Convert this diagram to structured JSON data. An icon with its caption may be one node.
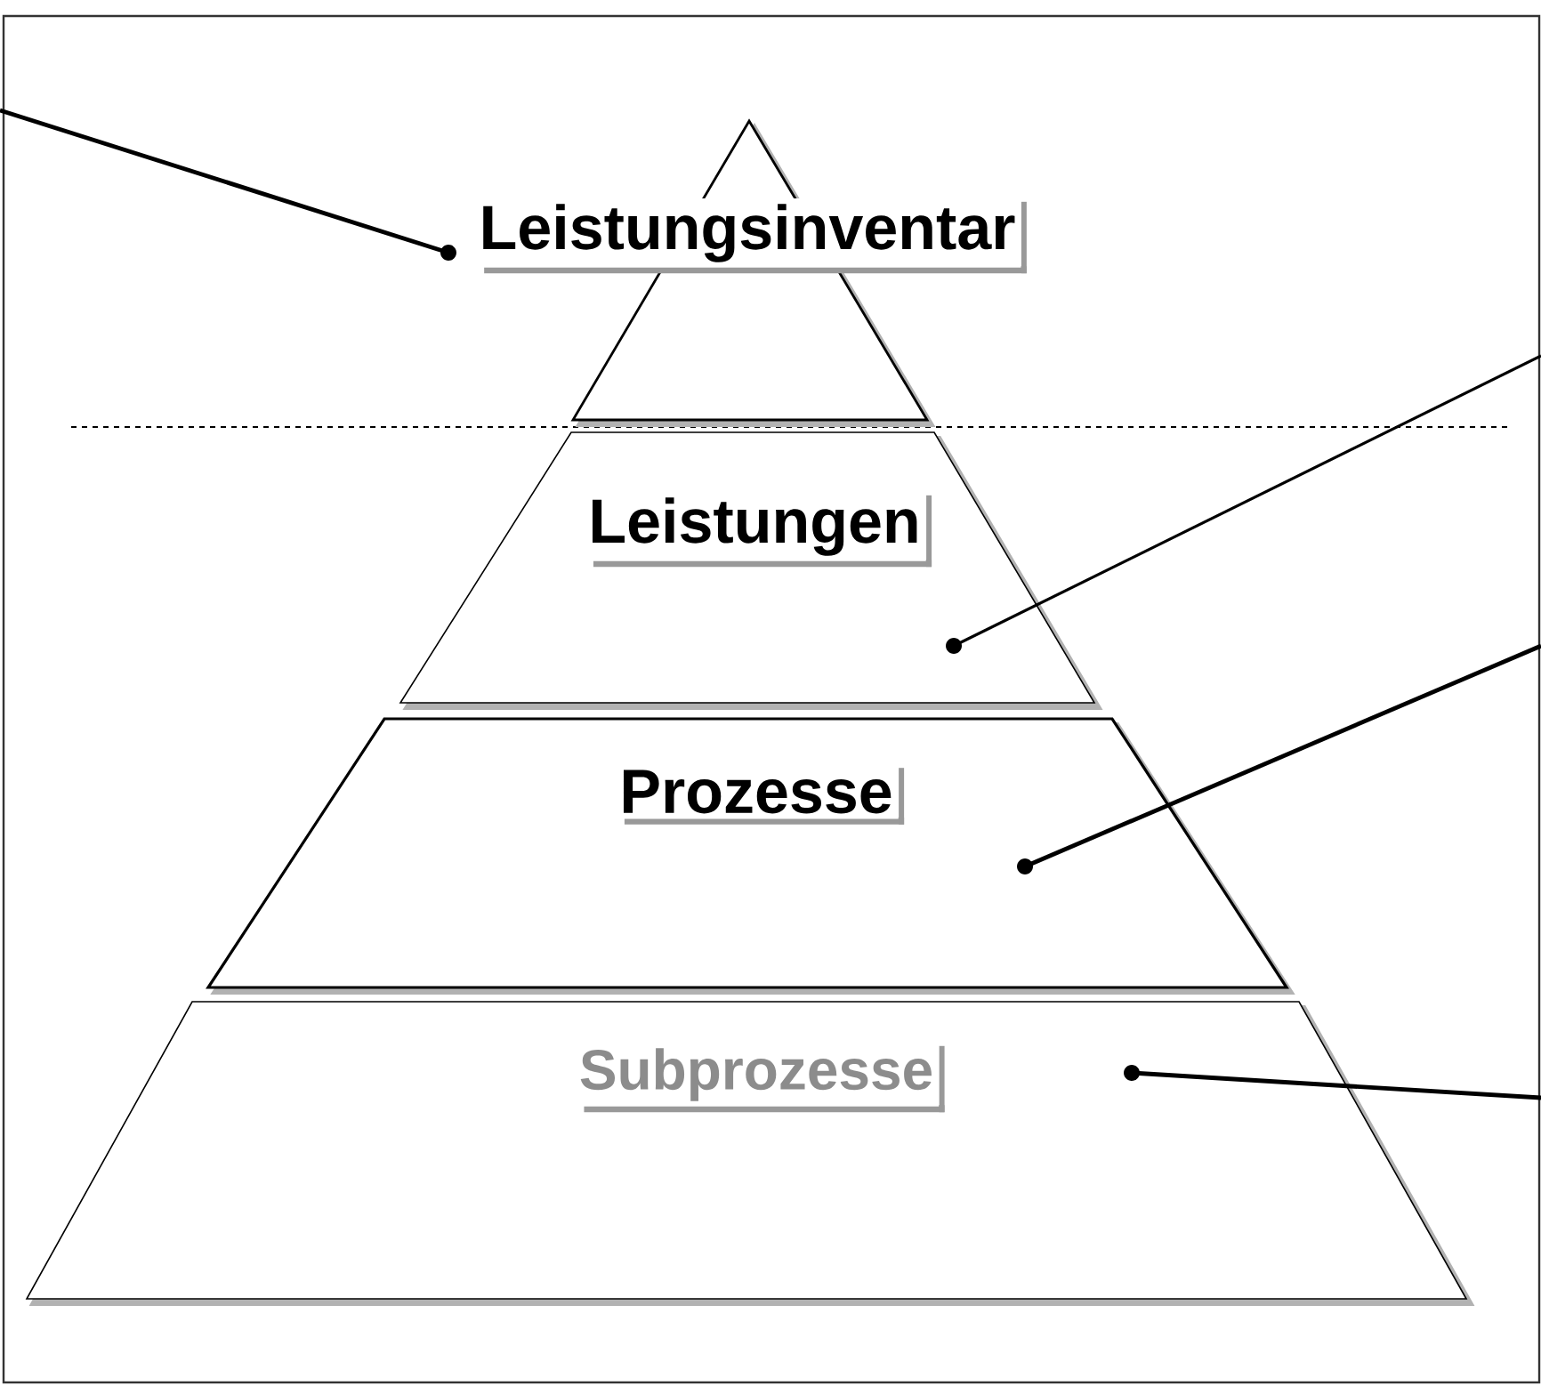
{
  "diagram": {
    "nodes": [
      {
        "text": [
          "Leistungsinventar"
        ]
      },
      {
        "text": [
          "Leistungen"
        ]
      },
      {
        "text": [
          "Prozesse"
        ]
      },
      {
        "text": [
          "Subprozesse"
        ]
      }
    ],
    "edges": [
      {
        "from": null,
        "to": 0,
        "arrow": "other"
      },
      {
        "from": null,
        "to": 1,
        "arrow": "other"
      },
      {
        "from": null,
        "to": 2,
        "arrow": "other"
      },
      {
        "from": null,
        "to": 3,
        "arrow": "other"
      }
    ]
  }
}
